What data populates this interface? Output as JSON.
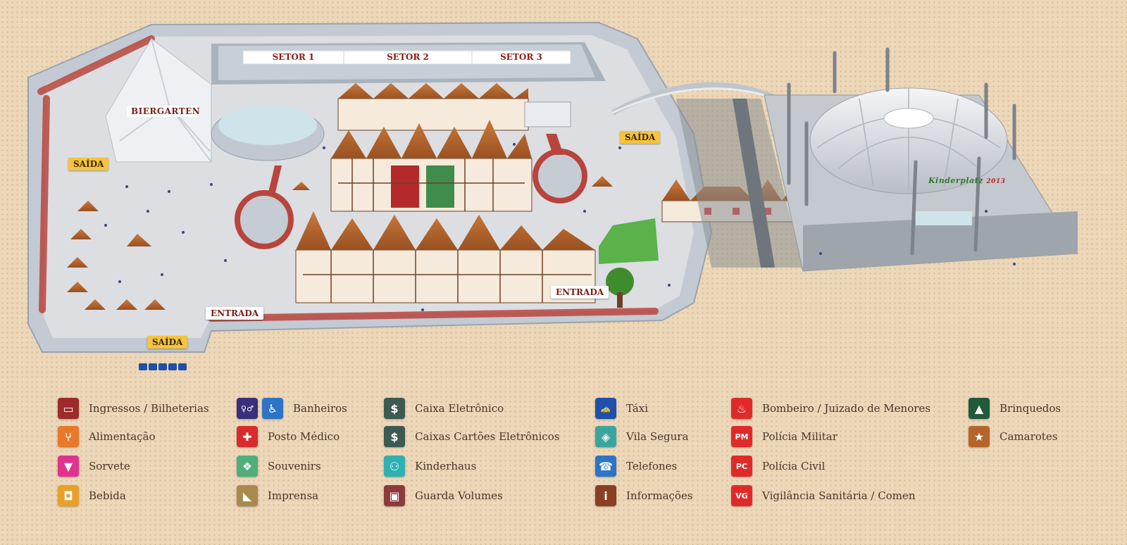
{
  "map": {
    "sectors": [
      {
        "label": "SETOR 1"
      },
      {
        "label": "SETOR 2"
      },
      {
        "label": "SETOR 3"
      }
    ],
    "biergarten": "BIERGARTEN",
    "exits": [
      "SAÍDA",
      "SAÍDA",
      "SAÍDA"
    ],
    "entrances": [
      "ENTRADA",
      "ENTRADA"
    ],
    "kinderplatz": {
      "name": "Kinderplatz",
      "year": "2013"
    },
    "colors": {
      "ground": "#d6d8dc",
      "wall": "#c9d0d8",
      "path_red": "#b8453d",
      "roof": "#b5652c",
      "bg": "#ecd7b8"
    }
  },
  "legend": {
    "columns": [
      {
        "items": [
          {
            "label": "Ingressos / Bilheterias",
            "icon": "ticket-icon",
            "color": "#9e2a2b",
            "glyph": "▭"
          },
          {
            "label": "Alimentação",
            "icon": "fork-knife-icon",
            "color": "#e8782a",
            "glyph": "⑂"
          },
          {
            "label": "Sorvete",
            "icon": "ice-cream-icon",
            "color": "#e0338f",
            "glyph": "▼"
          },
          {
            "label": "Bebida",
            "icon": "mug-icon",
            "color": "#e8a02a",
            "glyph": "◘"
          }
        ]
      },
      {
        "items": [
          {
            "label": "Banheiros",
            "icon": "restroom-icon",
            "color": "#3a2f7a",
            "glyph": "♀♂",
            "extra_icon": "wheelchair-icon",
            "extra_color": "#2d74c6",
            "extra_glyph": "♿"
          },
          {
            "label": "Posto Médico",
            "icon": "medical-cross-icon",
            "color": "#d92b2b",
            "glyph": "✚"
          },
          {
            "label": "Souvenirs",
            "icon": "gift-icon",
            "color": "#4fae7a",
            "glyph": "❖"
          },
          {
            "label": "Imprensa",
            "icon": "camera-icon",
            "color": "#a88a4d",
            "glyph": "◣"
          }
        ]
      },
      {
        "items": [
          {
            "label": "Caixa Eletrônico",
            "icon": "atm-icon",
            "color": "#3c5a52",
            "glyph": "$"
          },
          {
            "label": "Caixas Cartões Eletrônicos",
            "icon": "card-machine-icon",
            "color": "#3c5a52",
            "glyph": "$"
          },
          {
            "label": "Kinderhaus",
            "icon": "family-icon",
            "color": "#2fb1b1",
            "glyph": "⚇"
          },
          {
            "label": "Guarda Volumes",
            "icon": "locker-icon",
            "color": "#8c3a3a",
            "glyph": "▣"
          }
        ]
      },
      {
        "items": [
          {
            "label": "Táxi",
            "icon": "taxi-icon",
            "color": "#1f4fa8",
            "glyph": "🚕"
          },
          {
            "label": "Vila Segura",
            "icon": "security-shield-icon",
            "color": "#3aa5a0",
            "glyph": "◈"
          },
          {
            "label": "Telefones",
            "icon": "phone-icon",
            "color": "#2d74c6",
            "glyph": "☎"
          },
          {
            "label": "Informações",
            "icon": "info-icon",
            "color": "#8a3f22",
            "glyph": "i"
          }
        ]
      },
      {
        "items": [
          {
            "label": "Bombeiro / Juizado de Menores",
            "icon": "firefighter-icon",
            "color": "#e02a2a",
            "glyph": "♨"
          },
          {
            "label": "Polícia Militar",
            "icon": "military-police-icon",
            "color": "#e02a2a",
            "glyph": "PM"
          },
          {
            "label": "Polícia Civil",
            "icon": "civil-police-icon",
            "color": "#e02a2a",
            "glyph": "PC"
          },
          {
            "label": "Vigilância Sanitária / Comen",
            "icon": "sanitary-icon",
            "color": "#e02a2a",
            "glyph": "VG"
          }
        ]
      },
      {
        "items": [
          {
            "label": "Brinquedos",
            "icon": "tree-toy-icon",
            "color": "#1f5a3a",
            "glyph": "▲"
          },
          {
            "label": "Camarotes",
            "icon": "star-icon",
            "color": "#b5652c",
            "glyph": "★"
          }
        ]
      }
    ]
  }
}
